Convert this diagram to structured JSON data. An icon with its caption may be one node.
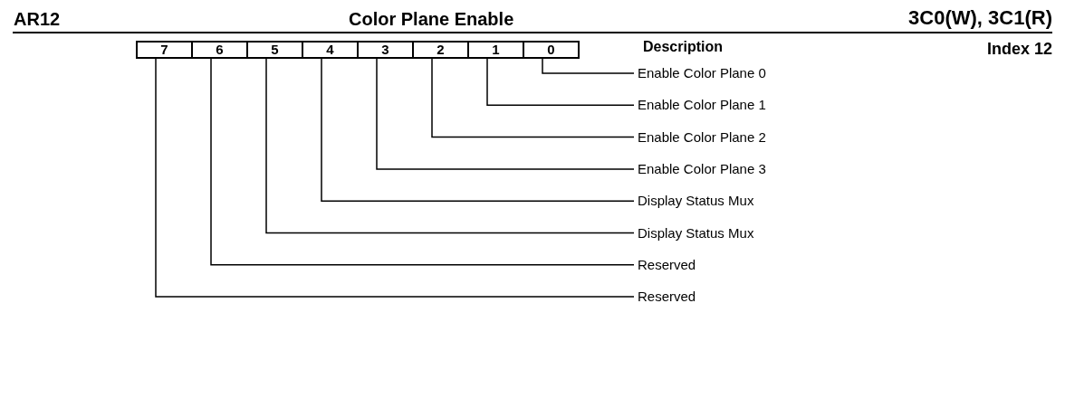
{
  "diagram": {
    "nodes": [
      {
        "text": [
          "7"
        ]
      },
      {
        "text": [
          "6"
        ]
      },
      {
        "text": [
          "5"
        ]
      },
      {
        "text": [
          "4"
        ]
      },
      {
        "text": [
          "3"
        ]
      },
      {
        "text": [
          "2"
        ]
      },
      {
        "text": [
          "1"
        ]
      },
      {
        "text": [
          "0"
        ]
      },
      {
        "text": [
          "Enable Color Plane 0"
        ]
      },
      {
        "text": [
          "Enable Color Plane 1"
        ]
      },
      {
        "text": [
          "Enable Color Plane 2"
        ]
      },
      {
        "text": [
          "Enable Color Plane 3"
        ]
      },
      {
        "text": [
          "Display Status Mux"
        ]
      },
      {
        "text": [
          "Display Status Mux"
        ]
      },
      {
        "text": [
          "Reserved"
        ]
      },
      {
        "text": [
          "Reserved"
        ]
      }
    ],
    "edges": [
      {
        "from": 7,
        "to": 8,
        "arrow": "none"
      },
      {
        "from": 6,
        "to": 9,
        "arrow": "none"
      },
      {
        "from": 5,
        "to": 10,
        "arrow": "none"
      },
      {
        "from": 4,
        "to": 11,
        "arrow": "none"
      },
      {
        "from": 3,
        "to": 12,
        "arrow": "none"
      },
      {
        "from": 2,
        "to": 13,
        "arrow": "none"
      },
      {
        "from": 1,
        "to": 14,
        "arrow": "none"
      },
      {
        "from": 0,
        "to": 15,
        "arrow": "none"
      }
    ],
    "labels": [
      "AR12",
      "Color Plane Enable",
      "3C0(W), 3C1(R)",
      "Index 12",
      "Description"
    ]
  }
}
